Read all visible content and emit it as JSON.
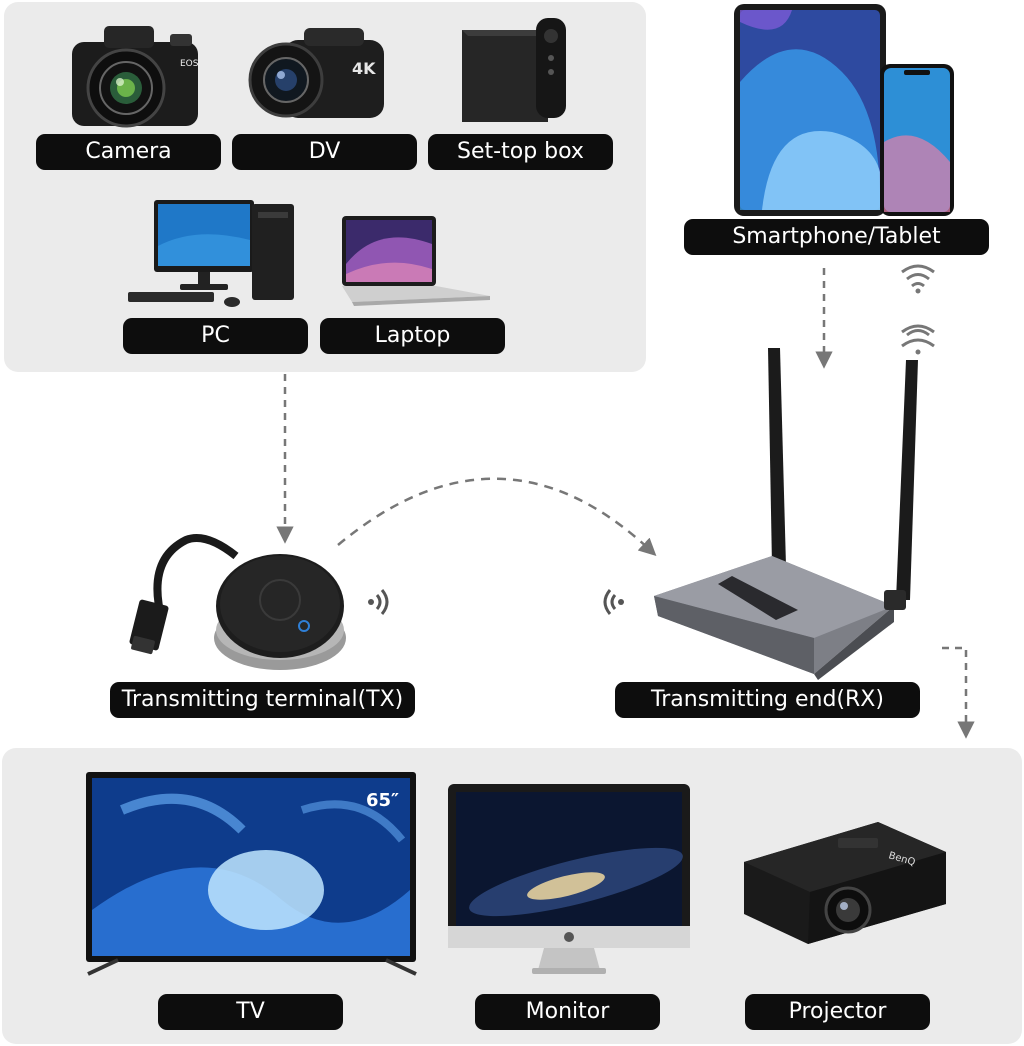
{
  "sources": {
    "camera": "Camera",
    "dv": "DV",
    "settop": "Set-top box",
    "pc": "PC",
    "laptop": "Laptop"
  },
  "mobile": {
    "label": "Smartphone/Tablet"
  },
  "tx": {
    "label": "Transmitting terminal(TX)"
  },
  "rx": {
    "label": "Transmitting end(RX)"
  },
  "displays": {
    "tv": "TV",
    "tv_size": "65″",
    "monitor": "Monitor",
    "projector": "Projector"
  },
  "device_marks": {
    "camera_model": "EOS",
    "dv_badge": "4K",
    "projector_brand": "BenQ"
  },
  "colors": {
    "panel": "#ebebeb",
    "label_bg": "#0d0d0d",
    "label_text": "#ffffff",
    "arrow": "#777777"
  }
}
